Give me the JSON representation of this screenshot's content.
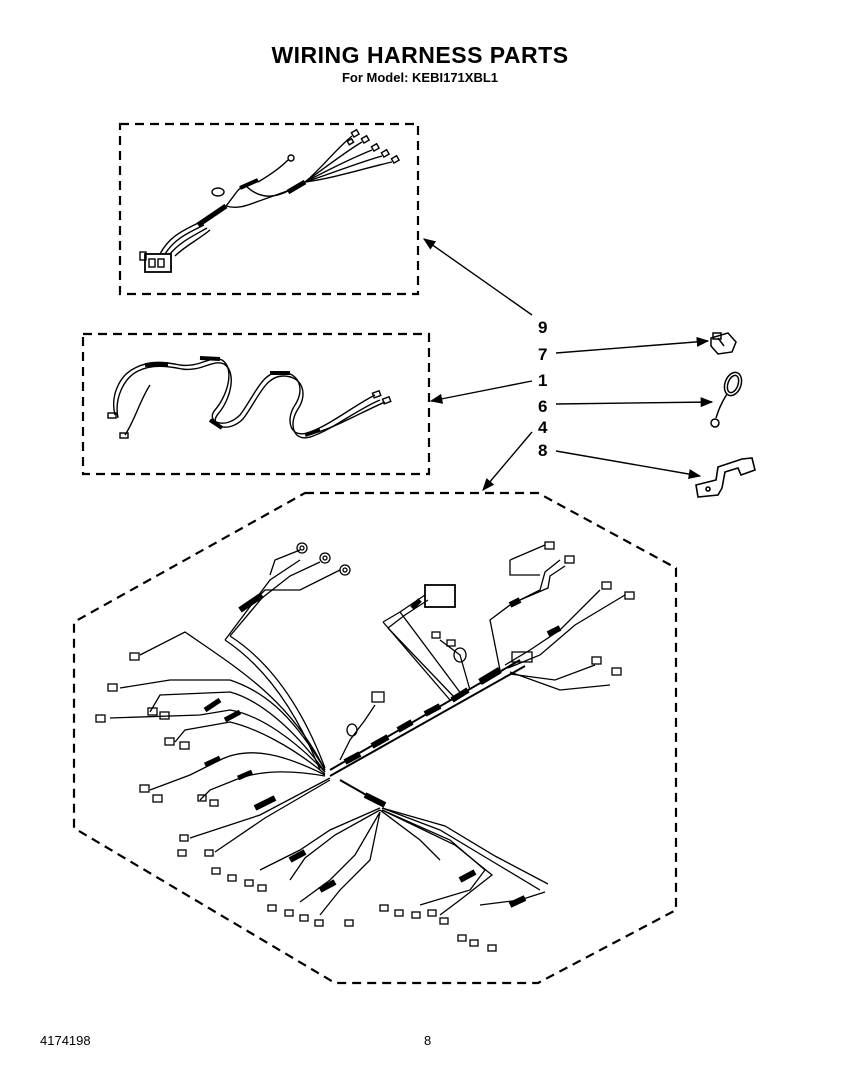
{
  "header": {
    "title": "WIRING HARNESS PARTS",
    "subtitle": "For Model: KEBI171XBL1"
  },
  "callouts": {
    "c9": "9",
    "c7": "7",
    "c1": "1",
    "c6": "6",
    "c4": "4",
    "c8": "8"
  },
  "footer": {
    "part_number": "4174198",
    "page_number": "8"
  },
  "colors": {
    "ink": "#000000",
    "paper": "#ffffff"
  }
}
